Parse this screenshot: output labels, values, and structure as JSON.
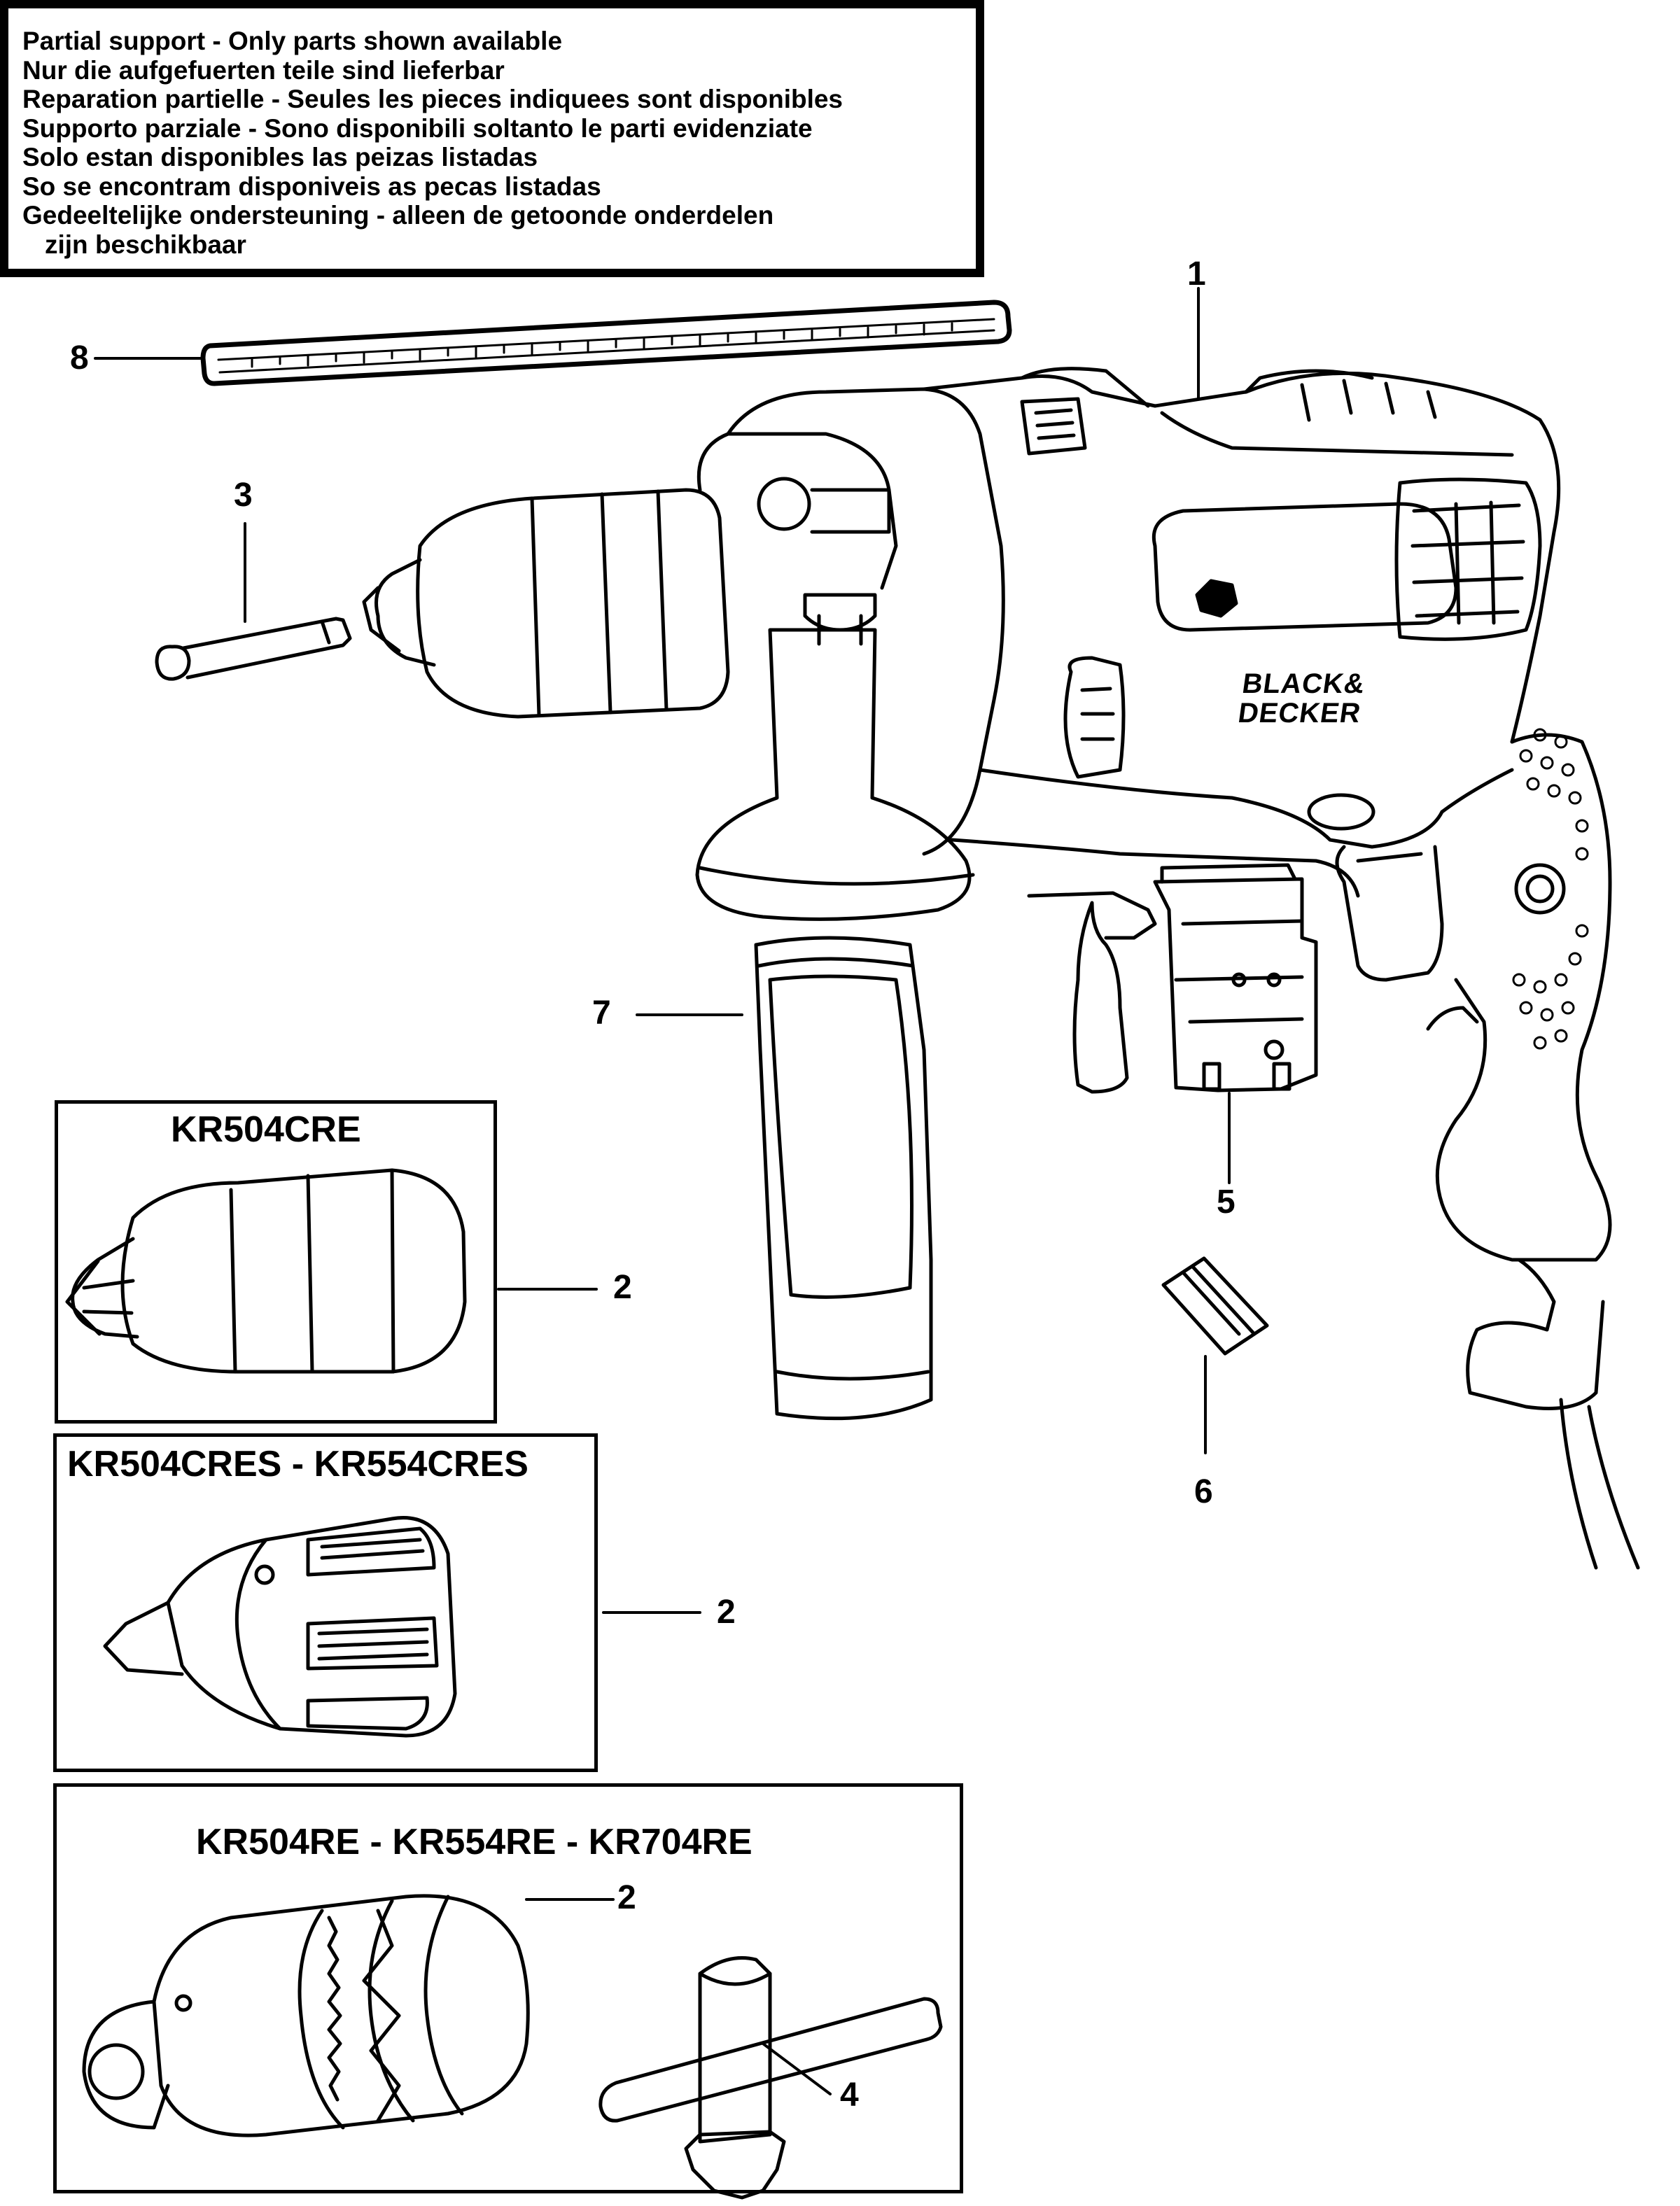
{
  "notice": {
    "lines": [
      "Partial support - Only parts shown available",
      "Nur die aufgefuerten teile sind lieferbar",
      "Reparation partielle - Seules les pieces indiquees sont disponibles",
      "Supporto parziale - Sono disponibili soltanto le parti evidenziate",
      "Solo estan disponibles las peizas listadas",
      "So se encontram disponiveis as pecas listadas",
      "Gedeeltelijke ondersteuning - alleen de getoonde onderdelen",
      "zijn beschikbaar"
    ]
  },
  "brand": {
    "line1": "BLACK&",
    "line2": "DECKER"
  },
  "callouts": {
    "p1": "1",
    "p2a": "2",
    "p2b": "2",
    "p2c": "2",
    "p3": "3",
    "p4": "4",
    "p5": "5",
    "p6": "6",
    "p7": "7",
    "p8": "8"
  },
  "variants": {
    "box1_title": "KR504CRE",
    "box2_title": "KR504CRES - KR554CRES",
    "box3_title": "KR504RE - KR554RE - KR704RE"
  }
}
